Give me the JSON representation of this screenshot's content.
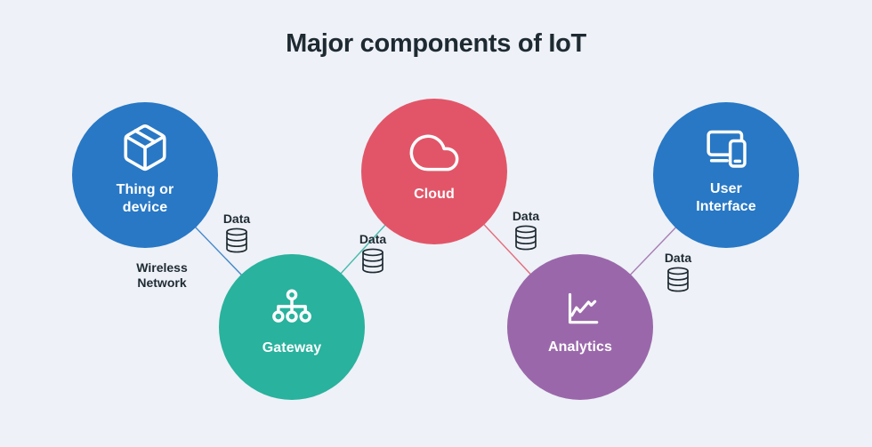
{
  "title": "Major components of IoT",
  "colors": {
    "background": "#eef1f7",
    "blue": "#2878c5",
    "teal": "#29b29e",
    "pink": "#e25568",
    "purple": "#9a68aa",
    "text_dark": "#1e2a32",
    "icon_white": "#ffffff"
  },
  "nodes": [
    {
      "label": "Thing or\ndevice",
      "icon": "package-icon"
    },
    {
      "label": "Gateway",
      "icon": "network-tree-icon"
    },
    {
      "label": "Cloud",
      "icon": "cloud-icon"
    },
    {
      "label": "Analytics",
      "icon": "line-chart-icon"
    },
    {
      "label": "User\nInterface",
      "icon": "devices-icon"
    }
  ],
  "connections": [
    {
      "from": "Thing or device",
      "to": "Gateway",
      "data_label": "Data",
      "extra_label": "Wireless\nNetwork"
    },
    {
      "from": "Gateway",
      "to": "Cloud",
      "data_label": "Data"
    },
    {
      "from": "Cloud",
      "to": "Analytics",
      "data_label": "Data"
    },
    {
      "from": "Analytics",
      "to": "User Interface",
      "data_label": "Data"
    }
  ]
}
